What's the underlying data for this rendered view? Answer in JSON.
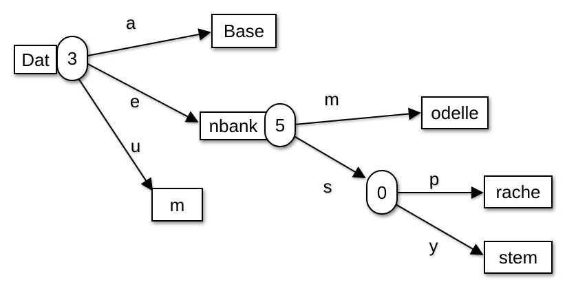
{
  "diagram": {
    "type": "radix-tree",
    "colors": {
      "background": "#ffffff",
      "stroke": "#000000",
      "node_fill": "#ffffff",
      "shadow": "rgba(0,0,0,0.45)"
    },
    "nodes": {
      "root": {
        "label": "Dat",
        "count": "3"
      },
      "base": {
        "label": "Base"
      },
      "nbank": {
        "label": "nbank",
        "count": "5"
      },
      "odelle": {
        "label": "odelle"
      },
      "m_leaf": {
        "label": "m"
      },
      "zero": {
        "count": "0"
      },
      "rache": {
        "label": "rache"
      },
      "stem": {
        "label": "stem"
      }
    },
    "edge_labels": {
      "a": "a",
      "e": "e",
      "u": "u",
      "m": "m",
      "s": "s",
      "p": "p",
      "y": "y"
    }
  }
}
